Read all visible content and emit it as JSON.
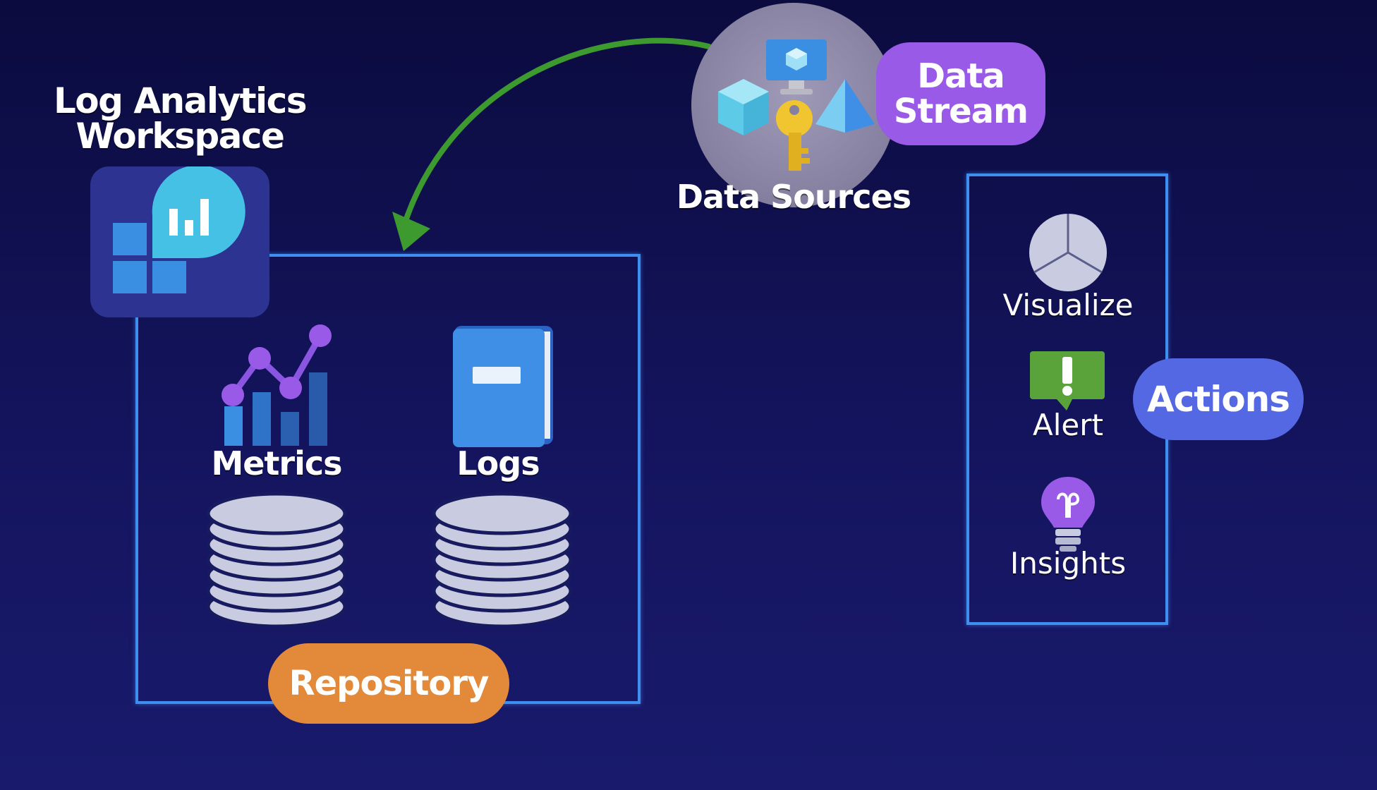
{
  "workspace": {
    "title_line1": "Log Analytics",
    "title_line2": "Workspace",
    "icon": "log-analytics-icon"
  },
  "repository": {
    "metrics_label": "Metrics",
    "logs_label": "Logs",
    "pill_label": "Repository",
    "pill_color": "#e3893a"
  },
  "data_sources": {
    "label": "Data Sources",
    "icons": [
      "virtual-machine-icon",
      "cube-icon",
      "key-icon",
      "pyramid-icon"
    ]
  },
  "data_stream": {
    "line1": "Data",
    "line2": "Stream",
    "color": "#9a5ae8"
  },
  "actions": {
    "pill_label": "Actions",
    "pill_color": "#5468e4",
    "items": [
      {
        "label": "Visualize",
        "icon": "pie-chart-icon"
      },
      {
        "label": "Alert",
        "icon": "alert-icon"
      },
      {
        "label": "Insights",
        "icon": "lightbulb-icon"
      }
    ]
  },
  "colors": {
    "background": "#14145e",
    "box_border": "#3f8ff0",
    "arrow": "#3c9a2e"
  }
}
